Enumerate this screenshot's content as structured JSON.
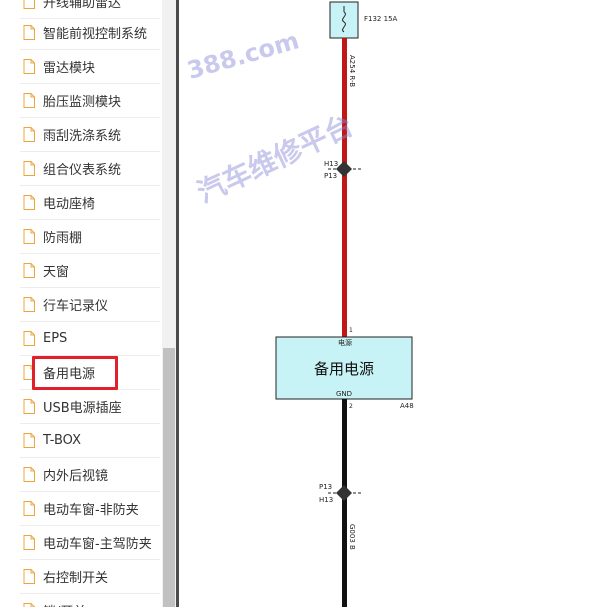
{
  "sidebar": {
    "items": [
      {
        "label": "开线辅助雷达"
      },
      {
        "label": "智能前视控制系统"
      },
      {
        "label": "雷达模块"
      },
      {
        "label": "胎压监测模块"
      },
      {
        "label": "雨刮洗涤系统"
      },
      {
        "label": "组合仪表系统"
      },
      {
        "label": "电动座椅"
      },
      {
        "label": "防雨棚"
      },
      {
        "label": "天窗"
      },
      {
        "label": "行车记录仪"
      },
      {
        "label": "EPS"
      },
      {
        "label": "备用电源"
      },
      {
        "label": "USB电源插座"
      },
      {
        "label": "T-BOX"
      },
      {
        "label": "内外后视镜"
      },
      {
        "label": "电动车窗-非防夹"
      },
      {
        "label": "电动车窗-主驾防夹"
      },
      {
        "label": "右控制开关"
      },
      {
        "label": "锁/开关"
      }
    ],
    "selected_index": 11
  },
  "diagram": {
    "fuse_label": "F132 15A",
    "wire_top_label": "A254 R-B",
    "connector_top_upper": "H13",
    "connector_top_lower": "P13",
    "module_title": "备用电源",
    "pin1_number": "1",
    "pin1_name": "电源",
    "pin2_name": "GND",
    "pin2_number": "2",
    "module_code": "A48",
    "connector_bottom_upper": "P13",
    "connector_bottom_lower": "H13",
    "wire_bottom_label": "G003 B"
  },
  "watermark": {
    "domain_text": "388.com",
    "platform_text": "汽车维修平台"
  },
  "colors": {
    "wire_red": "#c01818",
    "wire_black": "#111111",
    "module_fill": "#c8f3f6",
    "highlight": "#e0202a",
    "icon_orange": "#f0a43a"
  }
}
